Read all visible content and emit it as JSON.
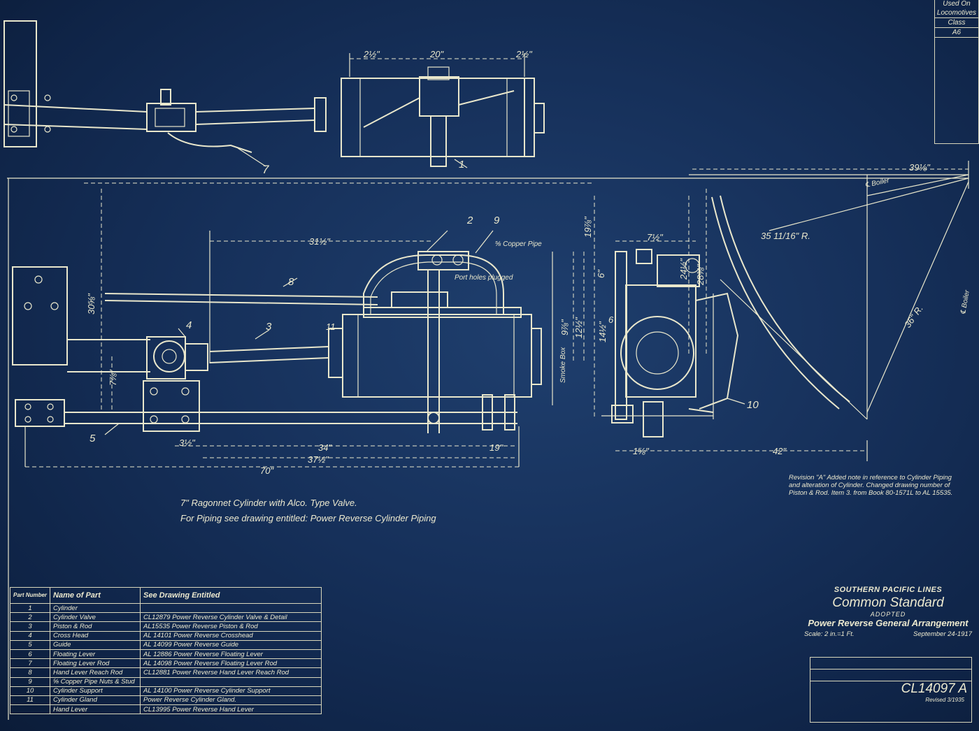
{
  "drawing": {
    "colors": {
      "paper": "#16305a",
      "ink": "#e9e7cc"
    },
    "notes": {
      "line1": "7\" Ragonnet Cylinder with Alco. Type Valve.",
      "line2": "For Piping see drawing entitled: Power Reverse Cylinder Piping"
    },
    "revision_note": "Revision \"A\" Added note in reference to Cylinder Piping and alteration of Cylinder. Changed drawing number of Piston & Rod. Item 3. from Book 80-1571L to AL 15535.",
    "dimensions": {
      "top_left": "2½\"",
      "top_mid": "20\"",
      "top_right": "2½\"",
      "d31": "31½\"",
      "d34": "34\"",
      "d37": "37½\"",
      "d70": "70\"",
      "d19": "19\"",
      "d3": "3½\"",
      "d42": "42\"",
      "d39": "39⅛\"",
      "d7": "7½\"",
      "d35": "35 11/16\" R.",
      "d36": "36\" R.",
      "v30": "30⅝\"",
      "v24": "24½\"",
      "v28": "28⅜\"",
      "v19": "19⅞\"",
      "v9": "9⅞\"",
      "v12": "12½\"",
      "v14": "14½\"",
      "v7": "7⅞\"",
      "d1": "1⅝\"",
      "v6": "6\""
    },
    "callouts": {
      "p1": "1",
      "p2": "2",
      "p3": "3",
      "p4": "4",
      "p5": "5",
      "p6": "6",
      "p7": "7",
      "p8": "8",
      "p9": "9",
      "p10": "10",
      "p11": "11",
      "copper_pipe": "⅝ Copper Pipe",
      "port_holes": "Port holes plugged",
      "boiler": "℄ Boiler",
      "boiler2": "℄ Boiler",
      "smoke_box": "Smoke Box"
    }
  },
  "parts_table": {
    "headers": {
      "number": "Part Number",
      "name": "Name of Part",
      "see": "See Drawing Entitled"
    },
    "rows": [
      {
        "num": "1",
        "name": "Cylinder",
        "see": ""
      },
      {
        "num": "2",
        "name": "Cylinder Valve",
        "see": "CL12879  Power Reverse Cylinder Valve & Detail"
      },
      {
        "num": "3",
        "name": "Piston & Rod",
        "see": "AL15535 Power Reverse Piston & Rod"
      },
      {
        "num": "4",
        "name": "Cross Head",
        "see": "AL 14101  Power Reverse Crosshead"
      },
      {
        "num": "5",
        "name": "Guide",
        "see": "AL 14099  Power Reverse Guide"
      },
      {
        "num": "6",
        "name": "Floating Lever",
        "see": "AL 12886  Power Reverse Floating Lever"
      },
      {
        "num": "7",
        "name": "Floating Lever Rod",
        "see": "AL 14098 Power Reverse Floating Lever Rod"
      },
      {
        "num": "8",
        "name": "Hand Lever Reach Rod",
        "see": "CL12881  Power Reverse Hand Lever Reach Rod"
      },
      {
        "num": "9",
        "name": "⅝ Copper Pipe Nuts & Stud",
        "see": ""
      },
      {
        "num": "10",
        "name": "Cylinder Support",
        "see": "AL 14100  Power Reverse Cylinder Support"
      },
      {
        "num": "11",
        "name": "Cylinder Gland",
        "see": "Power Reverse Cylinder Gland."
      },
      {
        "num": "",
        "name": "Hand Lever",
        "see": "CL13995  Power Reverse Hand Lever"
      }
    ]
  },
  "title_block": {
    "company": "SOUTHERN PACIFIC LINES",
    "standard": "Common Standard",
    "adopted": "ADOPTED",
    "title": "Power Reverse General Arrangement",
    "scale": "Scale: 2 in.=1 Ft.",
    "date": "September 24-1917",
    "drawing_number": "CL14097 A",
    "revised": "Revised 3/1935"
  },
  "used_on": {
    "header": "Used On Locomotives",
    "class_label": "Class",
    "class_value": "A6"
  }
}
